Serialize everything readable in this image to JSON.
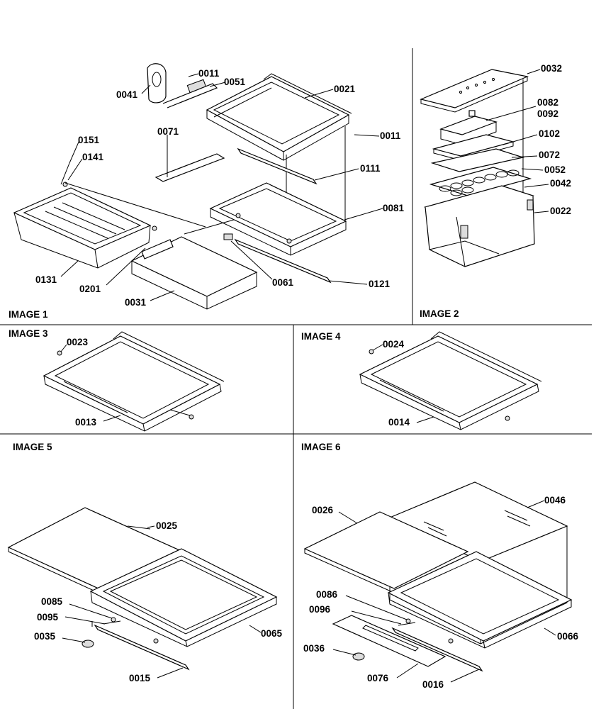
{
  "titles": {
    "image1": "IMAGE 1",
    "image2": "IMAGE 2",
    "image3": "IMAGE 3",
    "image4": "IMAGE 4",
    "image5": "IMAGE 5",
    "image6": "IMAGE 6"
  },
  "image1_labels": {
    "l0041": "0041",
    "l0011a": "0011",
    "l0051": "0051",
    "l0021": "0021",
    "l0071": "0071",
    "l0011b": "0011",
    "l0151": "0151",
    "l0141": "0141",
    "l0111": "0111",
    "l0081": "0081",
    "l0131": "0131",
    "l0201": "0201",
    "l0061": "0061",
    "l0121": "0121",
    "l0031": "0031"
  },
  "image2_labels": {
    "l0032": "0032",
    "l0082": "0082",
    "l0092": "0092",
    "l0102": "0102",
    "l0072": "0072",
    "l0052": "0052",
    "l0042": "0042",
    "l0022": "0022"
  },
  "image3_labels": {
    "l0023": "0023",
    "l0013": "0013"
  },
  "image4_labels": {
    "l0024": "0024",
    "l0014": "0014"
  },
  "image5_labels": {
    "l0025": "0025",
    "l0085": "0085",
    "l0095": "0095",
    "l0035": "0035",
    "l0065": "0065",
    "l0015": "0015"
  },
  "image6_labels": {
    "l0046": "0046",
    "l0026": "0026",
    "l0086": "0086",
    "l0096": "0096",
    "l0036": "0036",
    "l0066": "0066",
    "l0076": "0076",
    "l0016": "0016"
  }
}
